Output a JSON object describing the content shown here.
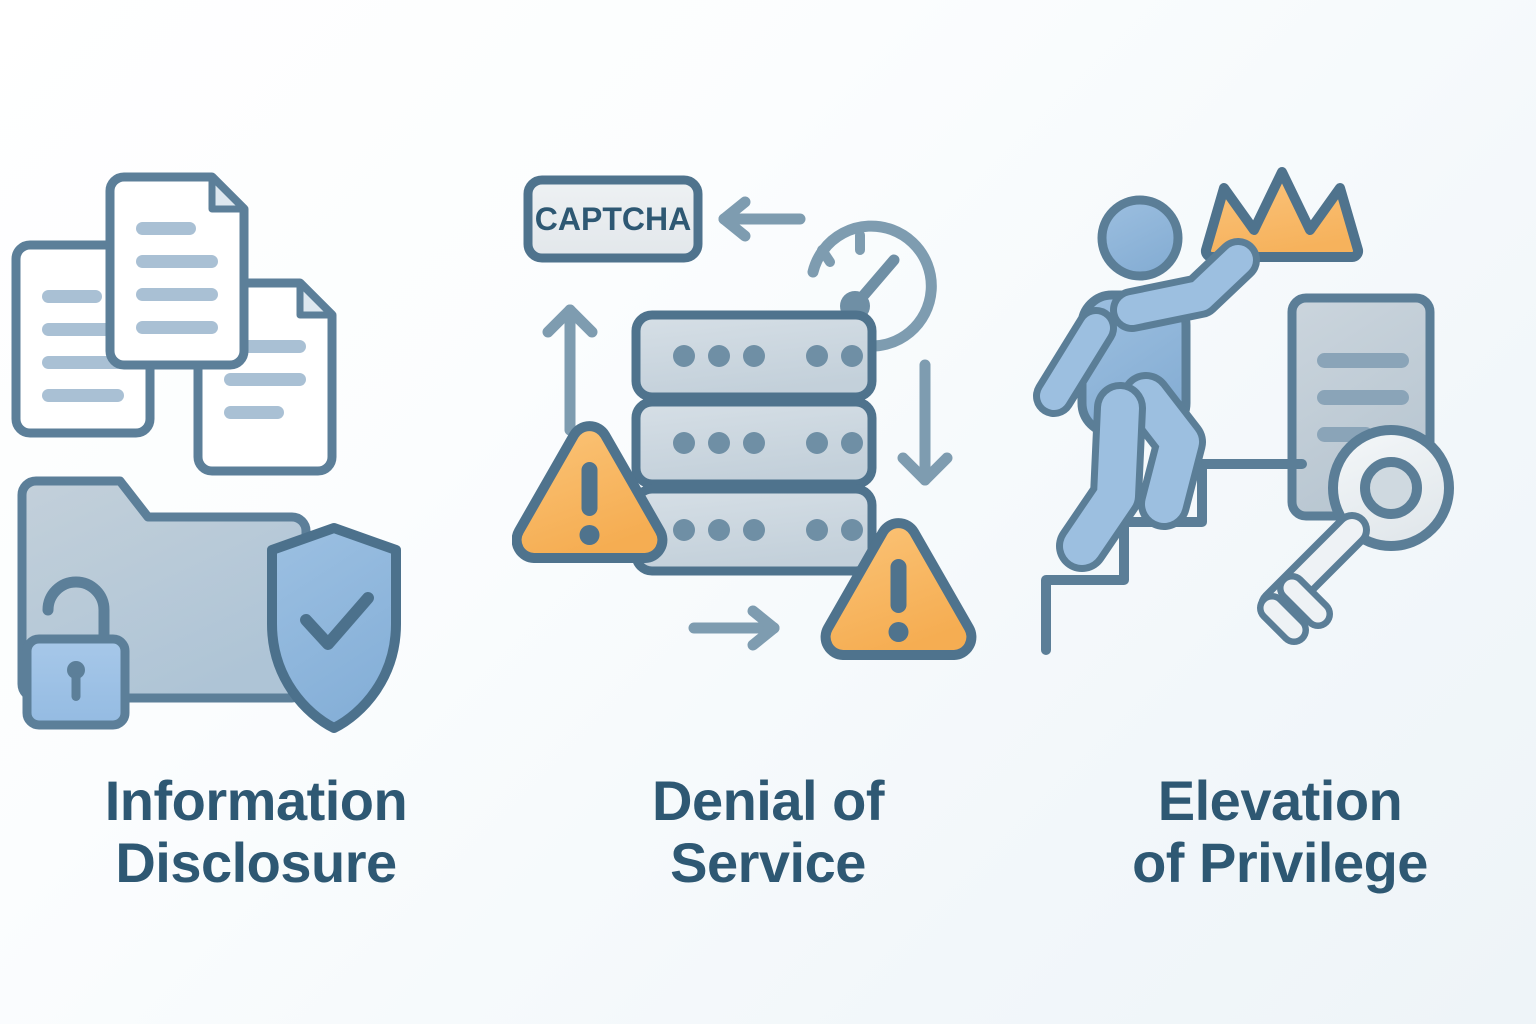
{
  "background": {
    "top_left_color": "#ffffff",
    "bottom_right_color": "#eef4f8"
  },
  "palette": {
    "stroke": "#476a82",
    "stroke_dark": "#3d5f78",
    "doc_fill": "#ffffff",
    "doc_line": "#a9c0d4",
    "folder_fill": "#b9c9d6",
    "shield_fill": "#8fb7dd",
    "lock_fill": "#9dc2e6",
    "server_fill": "#ccd9e2",
    "captcha_fill": "#e7ebee",
    "warning_orange": "#f8b862",
    "crown_orange": "#f9bf6e",
    "person_blue": "#8fb4d8",
    "key_fill": "#eef2f5",
    "card_fill": "#c3ced7",
    "arrow_gray": "#7f9bb0",
    "caption_color": "#2e5873"
  },
  "panels": [
    {
      "id": "information-disclosure",
      "caption_lines": [
        "Information",
        "Disclosure"
      ],
      "icons": [
        "document-left",
        "document-center",
        "document-right",
        "folder",
        "padlock",
        "shield-check"
      ]
    },
    {
      "id": "denial-of-service",
      "caption_lines": [
        "Denial of",
        "Service"
      ],
      "captcha_label": "CAPTCHA",
      "icons": [
        "captcha-box",
        "gauge",
        "server-rack",
        "warning-triangle-left",
        "warning-triangle-right",
        "arrow-up",
        "arrow-left",
        "arrow-down",
        "arrow-right"
      ],
      "server_units": 3,
      "server_left_dots": 3,
      "server_right_dots": 2
    },
    {
      "id": "elevation-of-privilege",
      "caption_lines": [
        "Elevation",
        "of Privilege"
      ],
      "icons": [
        "crown",
        "person-climbing",
        "stairs",
        "document-card",
        "key"
      ],
      "stair_steps": 3,
      "crown_peaks": 3
    }
  ]
}
